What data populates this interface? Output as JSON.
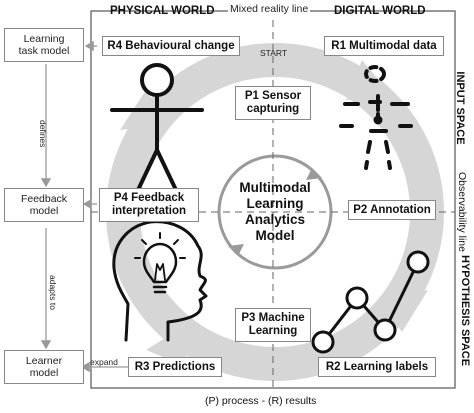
{
  "regions": {
    "physical_world": "PHYSICAL WORLD",
    "digital_world": "DIGITAL WORLD",
    "mixed_reality_line": "Mixed reality line",
    "input_space": "INPUT SPACE",
    "hypothesis_space": "HYPOTHESIS SPACE",
    "observability_line": "Observability line"
  },
  "cycle": {
    "start_label": "START",
    "center_title_lines": [
      "Multimodal",
      "Learning",
      "Analytics",
      "Model"
    ]
  },
  "nodes": {
    "r1": "R1 Multimodal data",
    "r2": "R2 Learning labels",
    "r3": "R3 Predictions",
    "r4": "R4 Behavioural change",
    "p1_lines": [
      "P1 Sensor",
      "capturing"
    ],
    "p2": "P2 Annotation",
    "p3_lines": [
      "P3 Machine",
      "Learning"
    ],
    "p4_lines": [
      "P4 Feedback",
      "interpretation"
    ]
  },
  "side_models": {
    "learning_task_lines": [
      "Learning",
      "task model"
    ],
    "feedback_lines": [
      "Feedback",
      "model"
    ],
    "learner_lines": [
      "Learner",
      "model"
    ],
    "defines": "defines",
    "adapts_to": "adapts to",
    "expand": "expand"
  },
  "footer": "(P) process  - (R) results",
  "icons": [
    "stick-figure-icon",
    "skeleton-dots-icon",
    "head-lightbulb-icon",
    "line-graph-icon"
  ],
  "colors": {
    "cycle_arrow": "#d4d4d4",
    "frame": "#555555",
    "box_border": "#888888"
  }
}
